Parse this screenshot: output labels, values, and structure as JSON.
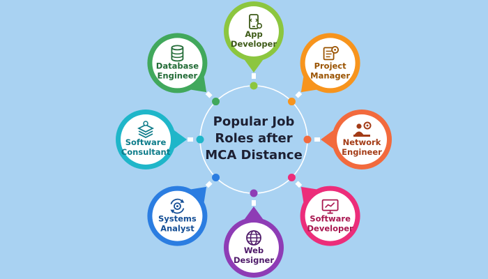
{
  "center": {
    "title_lines": [
      "Popular Job",
      "Roles after",
      "MCA Distance"
    ]
  },
  "colors": {
    "background": "#a9d2f2",
    "center_fill": "#ffffff",
    "ring": "#ffffff"
  },
  "roles": [
    {
      "id": "app-developer",
      "lines": [
        "App",
        "Developer"
      ],
      "color": "#8cc63f",
      "text_color": "#3d5a17",
      "icon": "mobile-gear-icon"
    },
    {
      "id": "project-manager",
      "lines": [
        "Project",
        "Manager"
      ],
      "color": "#f7941d",
      "text_color": "#9a5300",
      "icon": "clipboard-gear-icon"
    },
    {
      "id": "network-engineer",
      "lines": [
        "Network",
        "Engineer"
      ],
      "color": "#f26a3d",
      "text_color": "#a33b16",
      "icon": "network-user-icon"
    },
    {
      "id": "software-developer",
      "lines": [
        "Software",
        "Developer"
      ],
      "color": "#ec2d7a",
      "text_color": "#a8164f",
      "icon": "monitor-chart-icon"
    },
    {
      "id": "web-designer",
      "lines": [
        "Web",
        "Designer"
      ],
      "color": "#8e3cb5",
      "text_color": "#4e1a69",
      "icon": "globe-icon"
    },
    {
      "id": "systems-analyst",
      "lines": [
        "Systems",
        "Analyst"
      ],
      "color": "#2b7de1",
      "text_color": "#154f96",
      "icon": "gear-cycle-icon"
    },
    {
      "id": "software-consultant",
      "lines": [
        "Software",
        "Consultant"
      ],
      "color": "#1fb6c9",
      "text_color": "#0e7c8a",
      "icon": "layers-gear-icon"
    },
    {
      "id": "database-engineer",
      "lines": [
        "Database",
        "Engineer"
      ],
      "color": "#41a85c",
      "text_color": "#226b36",
      "icon": "database-icon"
    }
  ]
}
